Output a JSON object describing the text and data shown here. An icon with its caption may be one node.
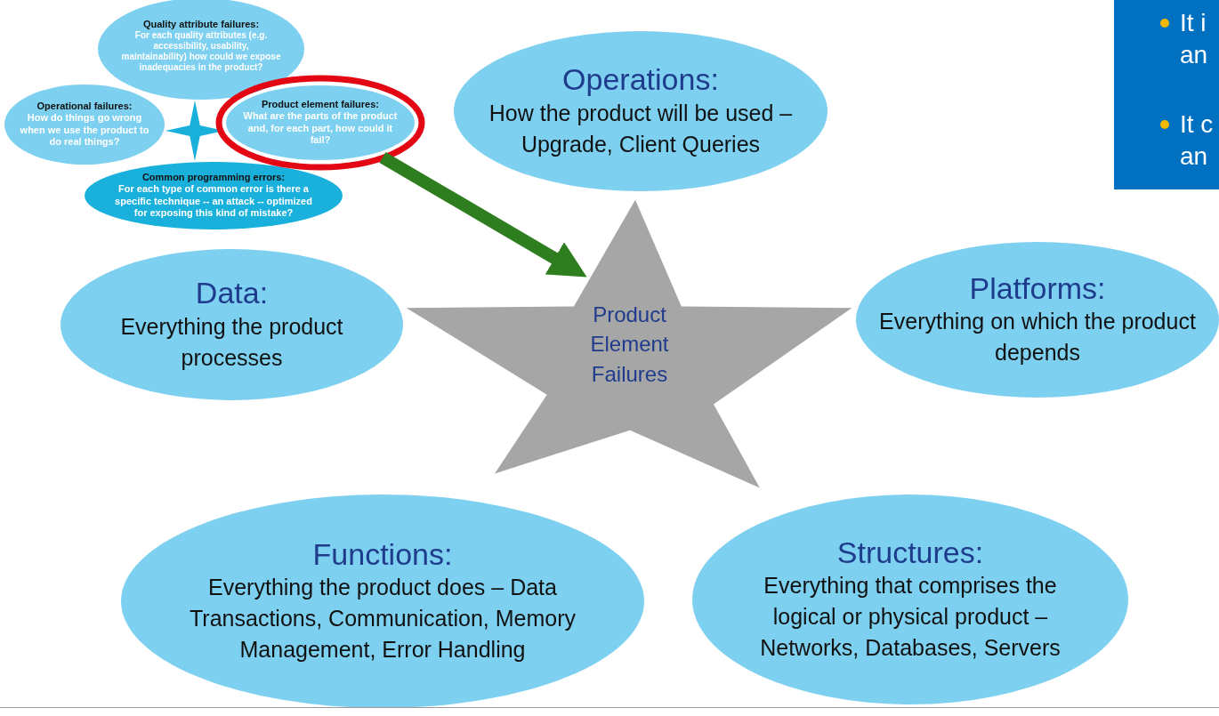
{
  "diagram": {
    "nodes": [
      {
        "text": [
          "Quality attribute failures:",
          "For each quality attributes (e.g. accessibility, usability, maintainability) how could we expose inadequacies in the product?"
        ]
      },
      {
        "text": [
          "Operational failures:",
          "How do things go wrong when we use the product to do real things?"
        ]
      },
      {
        "text": [],
        "shape": "star"
      },
      {
        "text": [
          "Product element failures:",
          "What are the parts of the product and, for each part, how could it fail?"
        ]
      },
      {
        "text": [
          "Common programming errors:",
          "For each type of common error is there a specific technique -- an attack -- optimized for exposing this kind of mistake?"
        ]
      },
      {
        "text": [
          "Operations:",
          "How the product will be used – Upgrade, Client Queries"
        ]
      },
      {
        "text": [
          "Data:",
          "Everything the product processes"
        ]
      },
      {
        "text": [
          "Product Element Failures"
        ]
      },
      {
        "text": [
          "Platforms:",
          "Everything on which the product depends"
        ]
      },
      {
        "text": [
          "Functions:",
          "Everything the product does – Data Transactions, Communication, Memory Management, Error Handling"
        ]
      },
      {
        "text": [
          "Structures:",
          "Everything that comprises the logical or physical product – Networks, Databases, Servers"
        ]
      }
    ],
    "edges": [
      {
        "from": 3,
        "to": 7,
        "arrow": "to",
        "color": "#2e7d1e"
      }
    ],
    "labels": [
      "It i an",
      "It c an"
    ]
  }
}
